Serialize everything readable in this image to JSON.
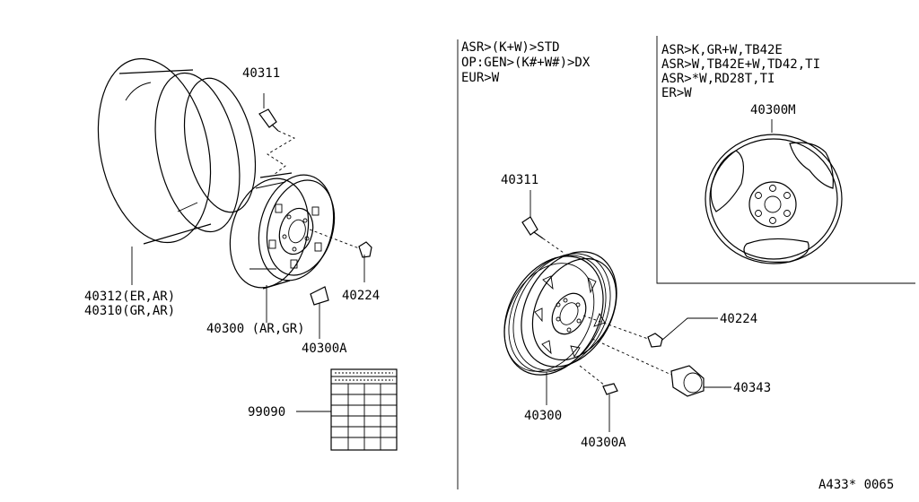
{
  "left_labels": {
    "valve": "40311",
    "tire_line1": "40312(ER,AR)",
    "tire_line2": "40310(GR,AR)",
    "nut": "40224",
    "wheel": "40300 (AR,GR)",
    "balance_weight": "40300A",
    "label_plate": "99090"
  },
  "middle_header": [
    "ASR>(K+W)>STD",
    "OP:GEN>(K#+W#)>DX",
    "EUR>W"
  ],
  "middle_labels": {
    "valve": "40311",
    "nut": "40224",
    "cap": "40343",
    "wheel": "40300",
    "balance_weight": "40300A"
  },
  "right_box": {
    "header": [
      "ASR>K,GR+W,TB42E",
      "ASR>W,TB42E+W,TD42,TI",
      "ASR>*W,RD28T,TI",
      "ER>W"
    ],
    "wheel": "40300M"
  },
  "footer_code": "A433* 0065"
}
